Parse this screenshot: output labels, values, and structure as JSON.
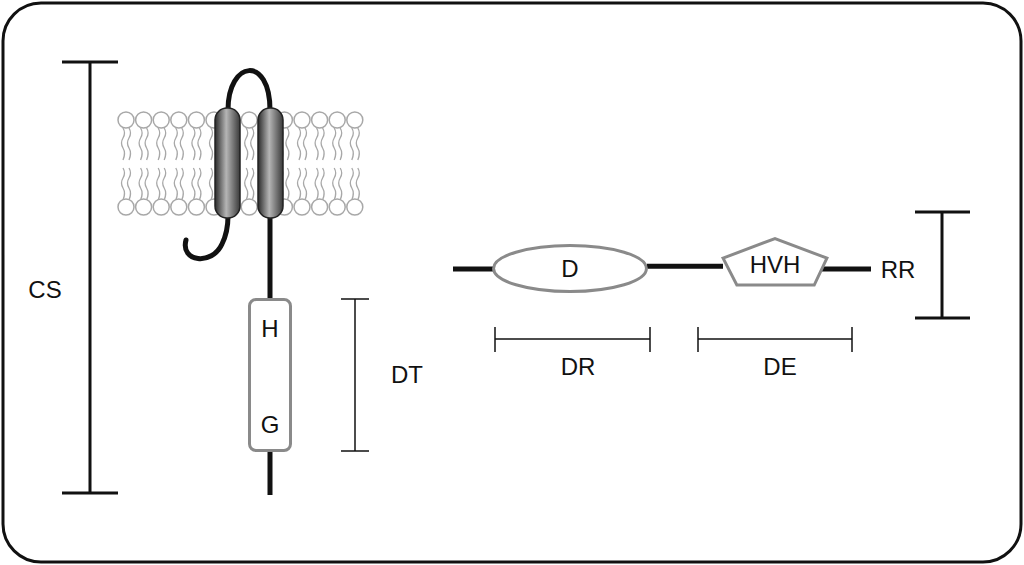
{
  "diagram": {
    "nodes": [
      {
        "text": [
          "H",
          "G"
        ]
      },
      {
        "text": [
          "D"
        ]
      },
      {
        "text": [
          "HVH"
        ]
      }
    ],
    "edges": [
      {
        "from": 1,
        "to": 2,
        "arrow": "none"
      }
    ],
    "labels": [
      "CS",
      "DT",
      "DR",
      "DE",
      "RR"
    ]
  }
}
